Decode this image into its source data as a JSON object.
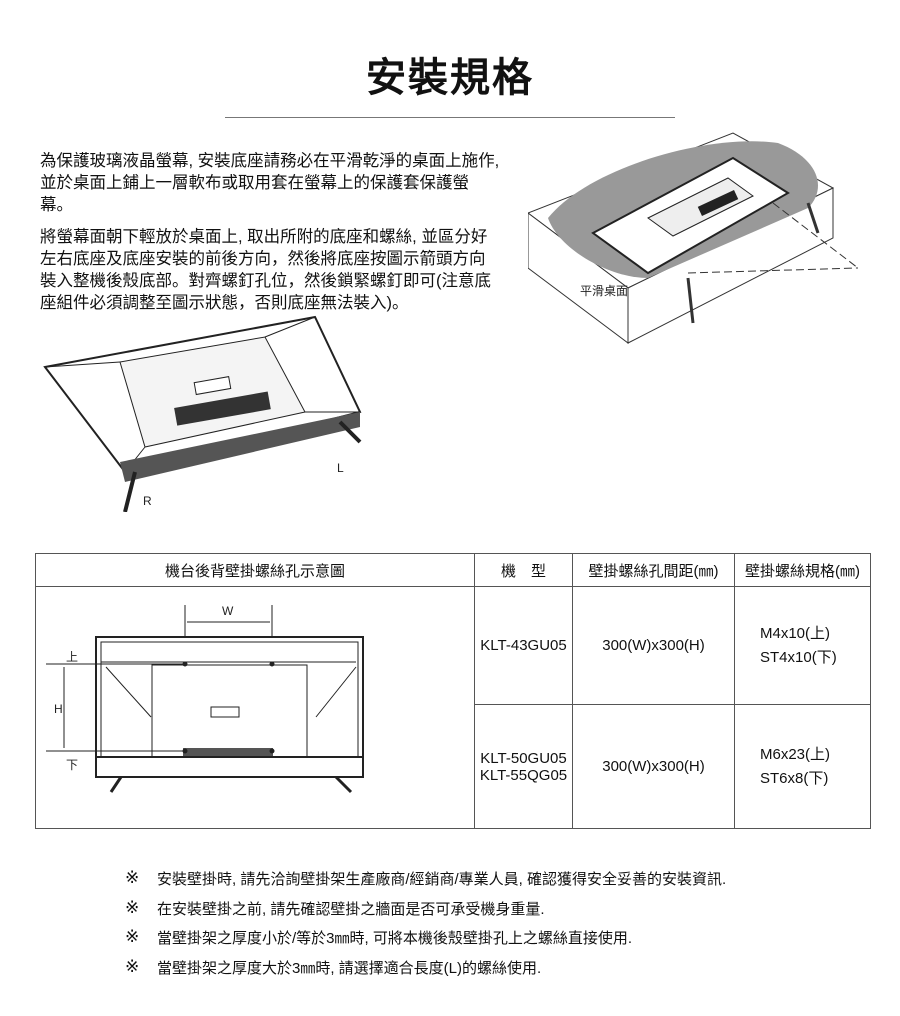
{
  "title": "安裝規格",
  "paragraphs": [
    "為保護玻璃液晶螢幕, 安裝底座請務必在平滑乾淨的桌面上施作, 並於桌面上鋪上一層軟布或取用套在螢幕上的保護套保護螢幕。",
    "將螢幕面朝下輕放於桌面上, 取出所附的底座和螺絲, 並區分好左右底座及底座安裝的前後方向，然後將底座按圖示箭頭方向裝入整機後殼底部。對齊螺釘孔位，然後鎖緊螺釘即可(注意底座組件必須調整至圖示狀態，否則底座無法裝入)。"
  ],
  "illustrations": {
    "table_label": "平滑桌面",
    "right_stand": "R",
    "left_stand": "L"
  },
  "table": {
    "headers": [
      "機台後背壁掛螺絲孔示意圖",
      "機　型",
      "壁掛螺絲孔間距(㎜)",
      "壁掛螺絲規格(㎜)"
    ],
    "diagram_labels": {
      "w": "W",
      "h": "H",
      "top": "上",
      "bottom": "下"
    },
    "rows": [
      {
        "models": [
          "KLT-43GU05"
        ],
        "spacing": "300(W)x300(H)",
        "specs": [
          "M4x10(上)",
          "ST4x10(下)"
        ]
      },
      {
        "models": [
          "KLT-50GU05",
          "KLT-55QG05"
        ],
        "spacing": "300(W)x300(H)",
        "specs": [
          "M6x23(上)",
          "ST6x8(下)"
        ]
      }
    ]
  },
  "notes_mark": "※",
  "notes": [
    "安裝壁掛時, 請先洽詢壁掛架生產廠商/經銷商/專業人員, 確認獲得安全妥善的安裝資訊.",
    "在安裝壁掛之前, 請先確認壁掛之牆面是否可承受機身重量.",
    "當壁掛架之厚度小於/等於3㎜時, 可將本機後殼壁掛孔上之螺絲直接使用.",
    "當壁掛架之厚度大於3㎜時, 請選擇適合長度(L)的螺絲使用."
  ]
}
